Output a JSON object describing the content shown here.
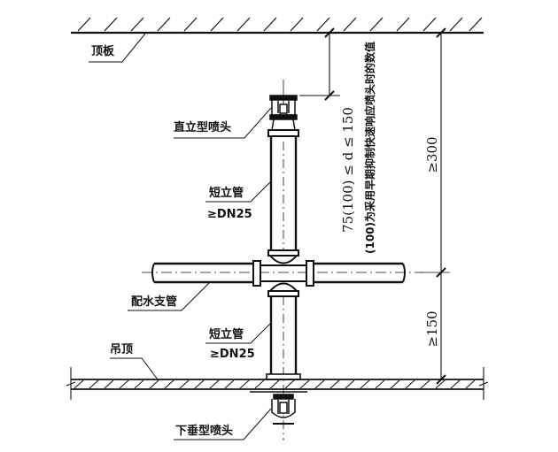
{
  "diagram": {
    "type": "sprinkler-installation-section",
    "labels": {
      "roof_slab": "顶板",
      "upright_sprinkler": "直立型喷头",
      "short_riser_upper": "短立管",
      "short_riser_upper_size": "≥DN25",
      "branch_pipe": "配水支管",
      "short_riser_lower": "短立管",
      "short_riser_lower_size": "≥DN25",
      "suspended_ceiling": "吊顶",
      "pendant_sprinkler": "下垂型喷头"
    },
    "dimensions": {
      "deflector_distance": "75(100) ≤ d ≤ 150",
      "deflector_note": "(100)为采用早期抑制快速响应喷头时的数值",
      "slab_to_branch": "≥300",
      "branch_to_ceiling": "≥150"
    }
  }
}
